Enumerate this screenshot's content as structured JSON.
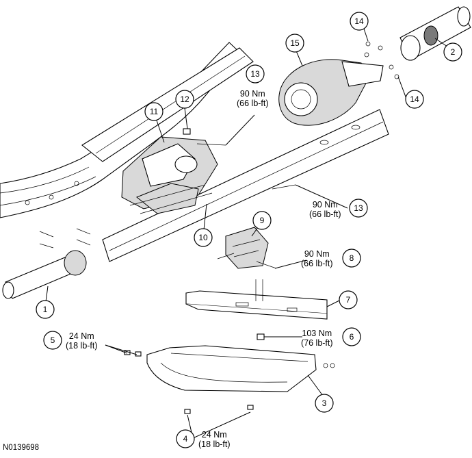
{
  "figure_id": "N0139698",
  "callouts": [
    {
      "n": "1"
    },
    {
      "n": "2"
    },
    {
      "n": "3"
    },
    {
      "n": "4"
    },
    {
      "n": "5"
    },
    {
      "n": "6"
    },
    {
      "n": "7"
    },
    {
      "n": "8"
    },
    {
      "n": "9"
    },
    {
      "n": "10"
    },
    {
      "n": "11"
    },
    {
      "n": "12"
    },
    {
      "n": "13"
    },
    {
      "n": "13"
    },
    {
      "n": "14"
    },
    {
      "n": "14"
    },
    {
      "n": "15"
    }
  ],
  "torque_specs": {
    "item13_upper": {
      "metric": "90 Nm",
      "imperial": "(66 lb-ft)"
    },
    "item13_lower": {
      "metric": "90 Nm",
      "imperial": "(66 lb-ft)"
    },
    "item8": {
      "metric": "90 Nm",
      "imperial": "(66 lb-ft)"
    },
    "item6": {
      "metric": "103 Nm",
      "imperial": "(76 lb-ft)"
    },
    "item5": {
      "metric": "24 Nm",
      "imperial": "(18 lb-ft)"
    },
    "item4": {
      "metric": "24 Nm",
      "imperial": "(18 lb-ft)"
    }
  }
}
